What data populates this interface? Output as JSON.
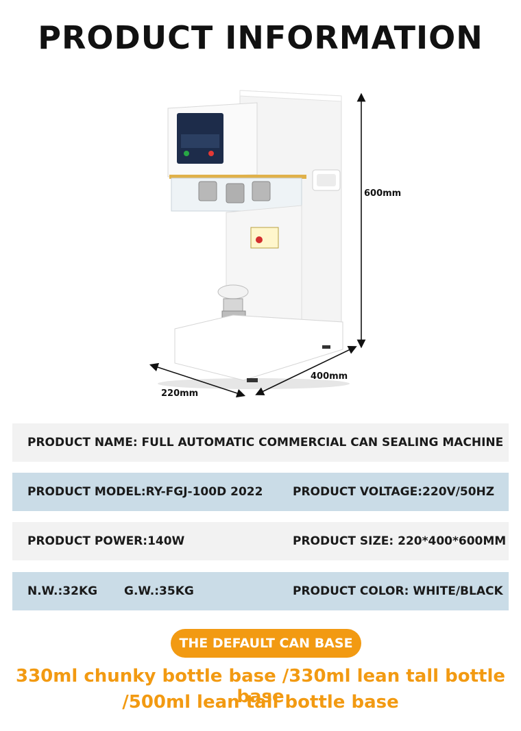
{
  "header": {
    "title": "PRODUCT INFORMATION"
  },
  "figure": {
    "height_label": "600mm",
    "depth_label": "400mm",
    "width_label": "220mm"
  },
  "specs": {
    "row1": {
      "left": "PRODUCT NAME: FULL AUTOMATIC COMMERCIAL CAN SEALING MACHINE"
    },
    "row2": {
      "left": "PRODUCT MODEL:RY-FGJ-100D 2022",
      "right": "PRODUCT VOLTAGE:220V/50HZ"
    },
    "row3": {
      "left": "PRODUCT POWER:140W",
      "right": "PRODUCT SIZE: 220*400*600MM"
    },
    "row4": {
      "nw": "N.W.:32KG",
      "gw": "G.W.:35KG",
      "right": "PRODUCT COLOR: WHITE/BLACK"
    }
  },
  "default_base": {
    "label": "THE DEFAULT CAN BASE",
    "line1": "330ml chunky bottle base /330ml lean tall bottle base",
    "line2": "/500ml lean tall bottle base"
  },
  "colors": {
    "accent_orange": "#f29a12",
    "row_gray": "#f2f2f2",
    "row_blue": "#cadce7"
  }
}
